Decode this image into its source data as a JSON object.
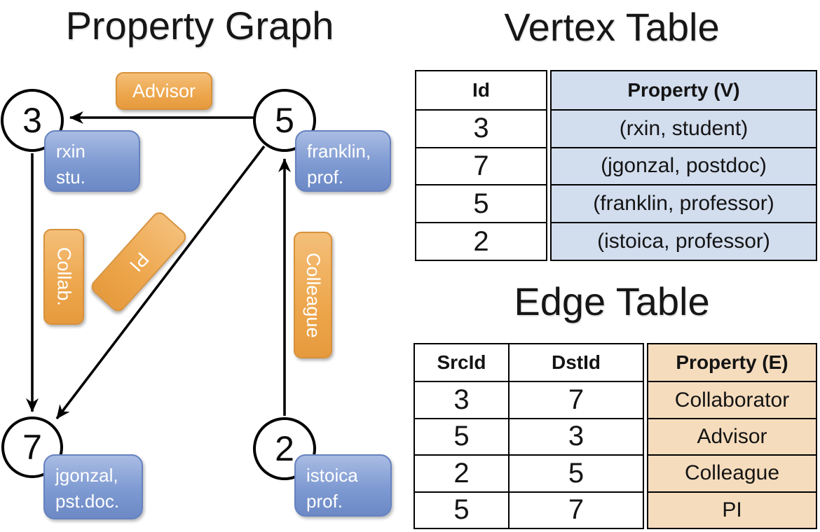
{
  "graph": {
    "title": "Property Graph",
    "nodes": [
      {
        "id": "3",
        "line1": "rxin",
        "line2": "stu."
      },
      {
        "id": "5",
        "line1": "franklin,",
        "line2": "prof."
      },
      {
        "id": "7",
        "line1": "jgonzal,",
        "line2": "pst.doc."
      },
      {
        "id": "2",
        "line1": "istoica",
        "line2": "prof."
      }
    ],
    "edge_labels": {
      "advisor": "Advisor",
      "collaborator": "Collab.",
      "pi": "PI",
      "colleague": "Colleague"
    },
    "edges": [
      {
        "from": "5",
        "to": "3",
        "label": "Advisor"
      },
      {
        "from": "3",
        "to": "7",
        "label": "Collab."
      },
      {
        "from": "5",
        "to": "7",
        "label": "PI"
      },
      {
        "from": "2",
        "to": "5",
        "label": "Colleague"
      }
    ]
  },
  "vertex_table": {
    "title": "Vertex Table",
    "columns": [
      "Id",
      "Property (V)"
    ],
    "rows": [
      [
        "3",
        "(rxin, student)"
      ],
      [
        "7",
        "(jgonzal, postdoc)"
      ],
      [
        "5",
        "(franklin, professor)"
      ],
      [
        "2",
        "(istoica, professor)"
      ]
    ]
  },
  "edge_table": {
    "title": "Edge Table",
    "columns": [
      "SrcId",
      "DstId",
      "Property (E)"
    ],
    "rows": [
      [
        "3",
        "7",
        "Collaborator"
      ],
      [
        "5",
        "3",
        "Advisor"
      ],
      [
        "2",
        "5",
        "Colleague"
      ],
      [
        "5",
        "7",
        "PI"
      ]
    ]
  },
  "colors": {
    "edge_label_orange": "#EDA64C",
    "vertex_label_blue": "#7E9AD2",
    "vertex_property_bg": "#D2DDEE",
    "edge_property_bg": "#F5DCBD",
    "line_color": "#000000",
    "node_fill": "#FFFFFF"
  }
}
